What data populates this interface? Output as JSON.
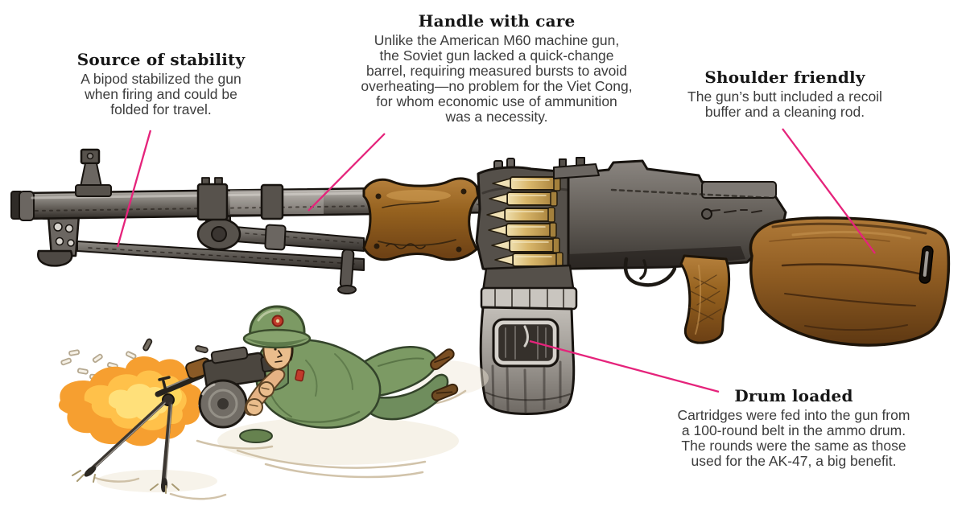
{
  "colors": {
    "leader_line": "#e5237b",
    "heading": "#161616",
    "body_text": "#3c3c3c",
    "background": "#ffffff",
    "wood": "#96621f",
    "steel": "#6b6661",
    "brass": "#d9b76b"
  },
  "callouts": {
    "stability": {
      "title": "Source of stability",
      "body": "A bipod stabilized the gun\nwhen firing and could be\nfolded for travel."
    },
    "handle": {
      "title": "Handle with care",
      "body": "Unlike the American M60 machine gun,\nthe Soviet gun lacked a quick-change\nbarrel, requiring measured bursts to avoid\noverheating—no problem for the Viet Cong,\nfor whom economic use of ammunition\nwas a necessity."
    },
    "shoulder": {
      "title": "Shoulder friendly",
      "body": "The gun’s butt included a recoil\nbuffer and a cleaning rod."
    },
    "drum": {
      "title": "Drum loaded",
      "body": "Cartridges were fed into the gun from\na 100-round belt in the ammo drum.\nThe rounds were the same as those\nused for the AK-47, a big benefit."
    }
  }
}
